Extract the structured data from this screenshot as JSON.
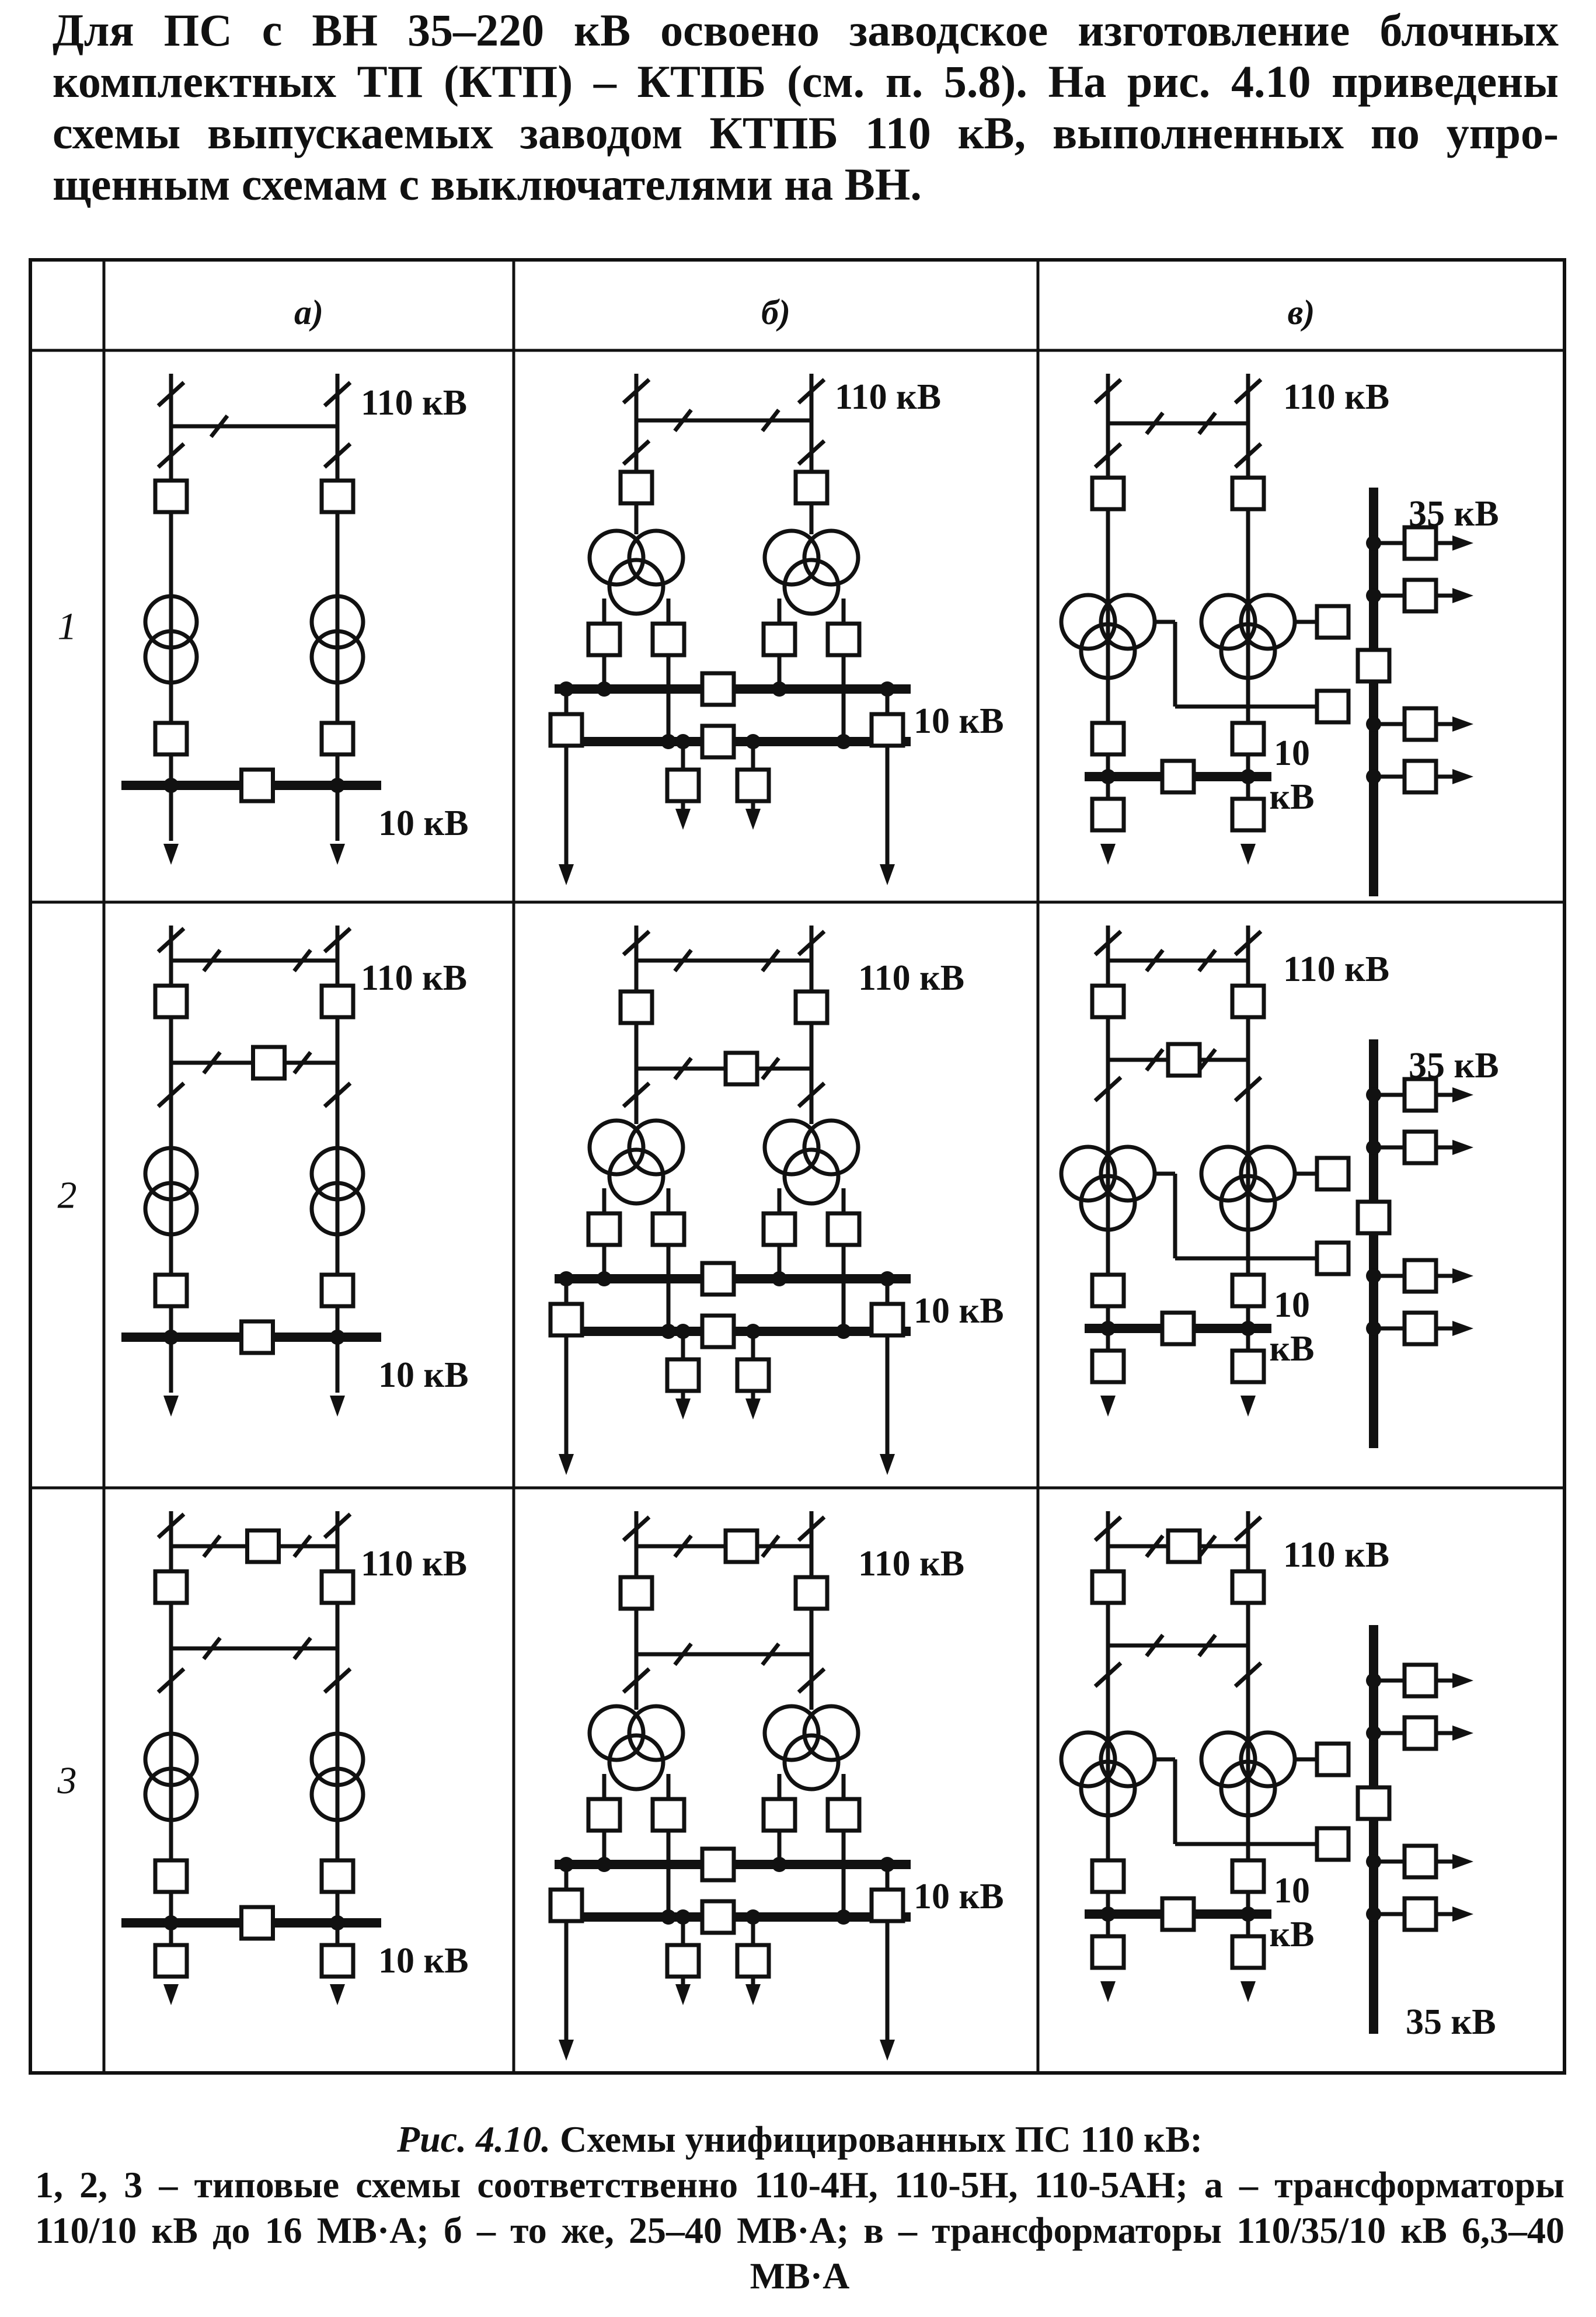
{
  "intro": {
    "lines": [
      "Для ПС с ВН 35–220 кВ освоено заводское изготовление блочных",
      "комплектных ТП (КТП) – КТПБ (см. п. 5.8). На рис. 4.10 приведены",
      "схемы выпускаемых заводом КТПБ 110 кВ, выполненных по упро-",
      "щенным схемам с выключателями на ВН."
    ]
  },
  "figure_table": {
    "column_headers": [
      "а)",
      "б)",
      "в)"
    ],
    "row_labels": [
      "1",
      "2",
      "3"
    ]
  },
  "voltage_labels": {
    "hv": "110 кВ",
    "lv": "10 кВ",
    "mv": "35 кВ",
    "lv_num": "10",
    "lv_unit": "кВ"
  },
  "caption": {
    "fig_number": "Рис. 4.10.",
    "title": "Схемы унифицированных ПС 110 кВ:",
    "body": "1, 2, 3 – типовые схемы соответственно 110-4Н, 110-5Н, 110-5АН; а – трансформаторы 110/10 кВ до 16 МВ·А; б – то же, 25–40 МВ·А; в – трансформаторы 110/35/10 кВ 6,3–40 МВ·А"
  }
}
